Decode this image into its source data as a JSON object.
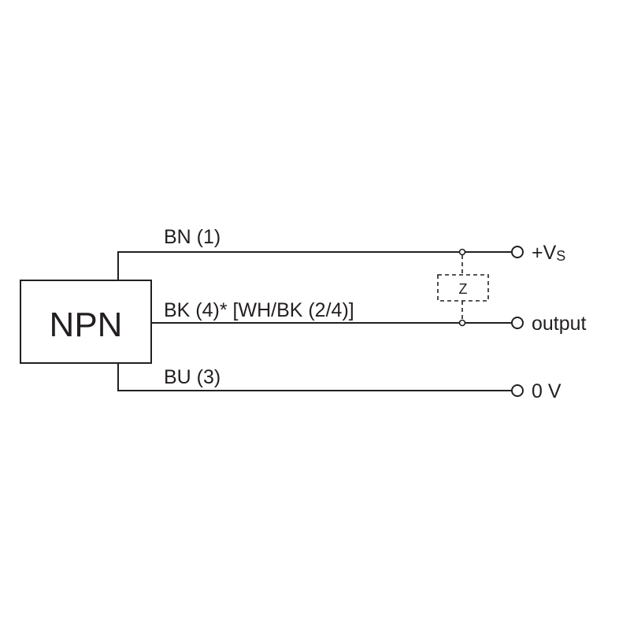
{
  "sensor": {
    "type_label": "NPN"
  },
  "wires": {
    "bn_label": "BN (1)",
    "bk_label": "BK (4)* [WH/BK (2/4)]",
    "bu_label": "BU (3)"
  },
  "load": {
    "label": "Z"
  },
  "terminals": {
    "supply_prefix": "+V",
    "supply_subscript": "S",
    "output_label": "output",
    "ground_label": "0 V"
  },
  "colors": {
    "line": "#231f20",
    "background": "#ffffff"
  }
}
